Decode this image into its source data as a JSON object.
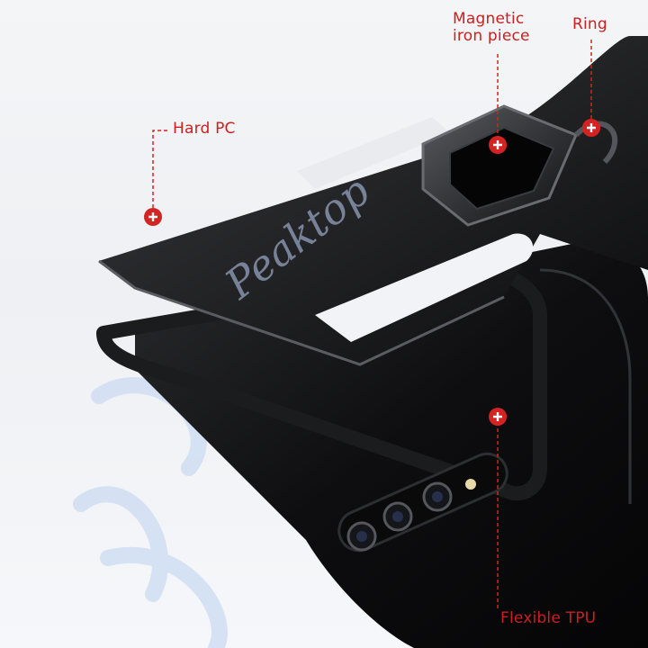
{
  "callouts": {
    "magnetic_iron_piece": "Magnetic\niron piece",
    "ring": "Ring",
    "hard_pc": "Hard PC",
    "flexible_tpu": "Flexible TPU"
  },
  "watermark": "Peaktop",
  "colors": {
    "accent": "#d42323",
    "case": "#121214",
    "background": "#f2f4f7"
  }
}
